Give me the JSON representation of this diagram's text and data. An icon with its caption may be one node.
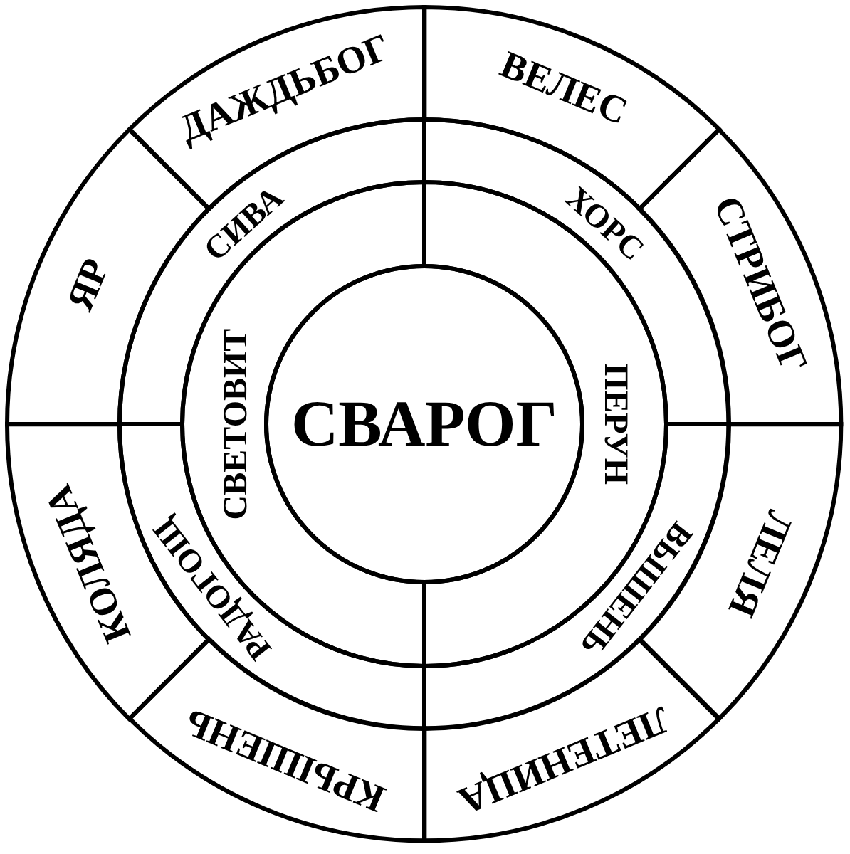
{
  "diagram": {
    "nodes": [
      {
        "text": [
          "СВАРОГ"
        ]
      },
      {
        "text": [
          "ПЕРУН"
        ]
      },
      {
        "text": [
          "СВЕТОВИТ"
        ]
      },
      {
        "text": [
          "ХОРС"
        ]
      },
      {
        "text": [
          "ВЫШЕНЬ"
        ]
      },
      {
        "text": [
          "РАДОГОЩ"
        ]
      },
      {
        "text": [
          "СИВА"
        ]
      },
      {
        "text": [
          "ВЕЛЕС"
        ]
      },
      {
        "text": [
          "СТРИБОГ"
        ]
      },
      {
        "text": [
          "ЛЕЛЯ"
        ]
      },
      {
        "text": [
          "ЛЕТЕНИЦА"
        ]
      },
      {
        "text": [
          "КРЫШЕНЬ"
        ]
      },
      {
        "text": [
          "КОЛЯДА"
        ]
      },
      {
        "text": [
          "ЯР"
        ]
      },
      {
        "text": [
          "ДАЖДЬБОГ"
        ]
      }
    ]
  }
}
